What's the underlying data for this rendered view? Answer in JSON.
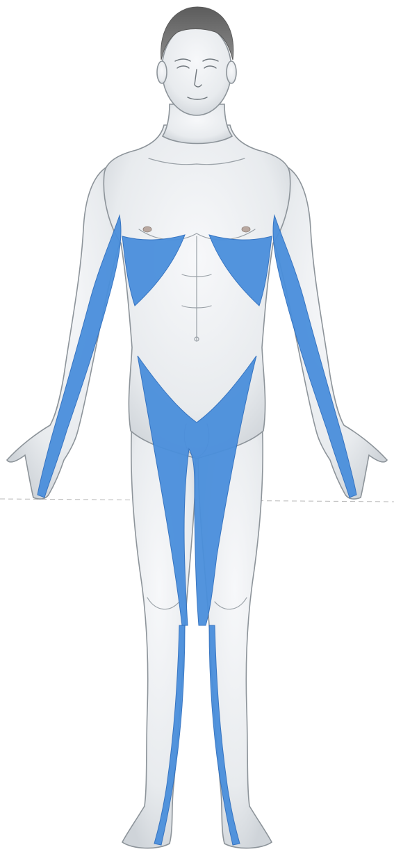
{
  "figure": {
    "view": "anterior",
    "colors": {
      "background": "#ffffff",
      "skin": "#eceff2",
      "skin_outline": "#8d949a",
      "hair": "#6e6e6e",
      "highlighted_region": "#4a8fdc"
    },
    "highlighted_regions": [
      "right-arm-stripe",
      "left-arm-stripe",
      "right-chest-triangle",
      "left-chest-triangle",
      "groin-v-region",
      "right-lower-leg-stripe",
      "left-lower-leg-stripe"
    ]
  }
}
